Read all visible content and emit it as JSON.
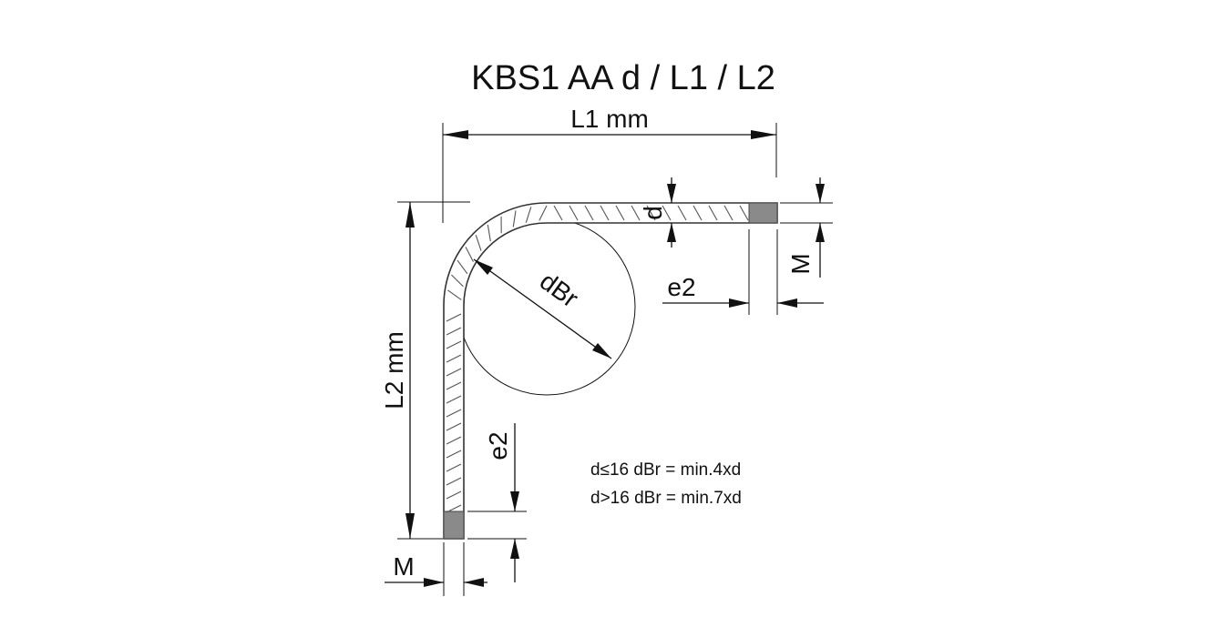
{
  "title": "KBS1 AA d / L1 / L2",
  "dimensions": {
    "L1": "L1 mm",
    "L2": "L2 mm",
    "d": "d",
    "dBr": "dBr",
    "e2_horizontal": "e2",
    "e2_vertical": "e2",
    "M_right": "M",
    "M_bottom": "M"
  },
  "notes": [
    "d≤16  dBr = min.4xd",
    "d>16  dBr = min.7xd"
  ]
}
